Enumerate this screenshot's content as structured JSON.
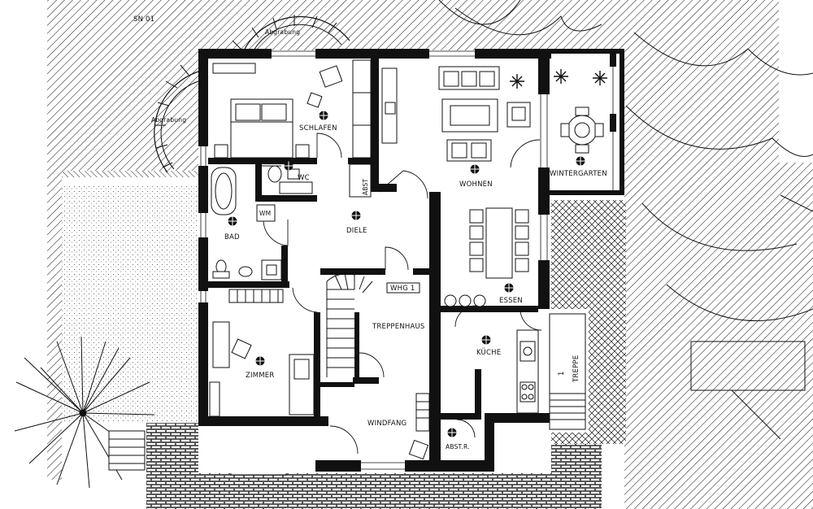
{
  "sheet": {
    "id": "SN 01"
  },
  "outdoor": {
    "ramp_top": "Abgrabung",
    "ramp_left": "Abgrabung"
  },
  "rooms": [
    {
      "key": "schlafen",
      "label": "SCHLAFEN"
    },
    {
      "key": "wc",
      "label": "WC"
    },
    {
      "key": "abst",
      "label": "ABST"
    },
    {
      "key": "wohnen",
      "label": "WOHNEN"
    },
    {
      "key": "wintergarten",
      "label": "WINTERGARTEN"
    },
    {
      "key": "bad",
      "label": "BAD"
    },
    {
      "key": "wm",
      "label": "WM"
    },
    {
      "key": "diele",
      "label": "DIELE"
    },
    {
      "key": "whg",
      "label": "WHG 1"
    },
    {
      "key": "essen",
      "label": "ESSEN"
    },
    {
      "key": "treppenhaus",
      "label": "TREPPENHAUS"
    },
    {
      "key": "kueche",
      "label": "KÜCHE"
    },
    {
      "key": "zimmer",
      "label": "ZIMMER"
    },
    {
      "key": "windfang",
      "label": "WINDFANG"
    },
    {
      "key": "abstr",
      "label": "ABST.R."
    }
  ],
  "stair": {
    "number": "1",
    "label": "TREPPE"
  },
  "colors": {
    "ink": "#111111",
    "paper": "#ffffff",
    "hatch": "#222222"
  }
}
